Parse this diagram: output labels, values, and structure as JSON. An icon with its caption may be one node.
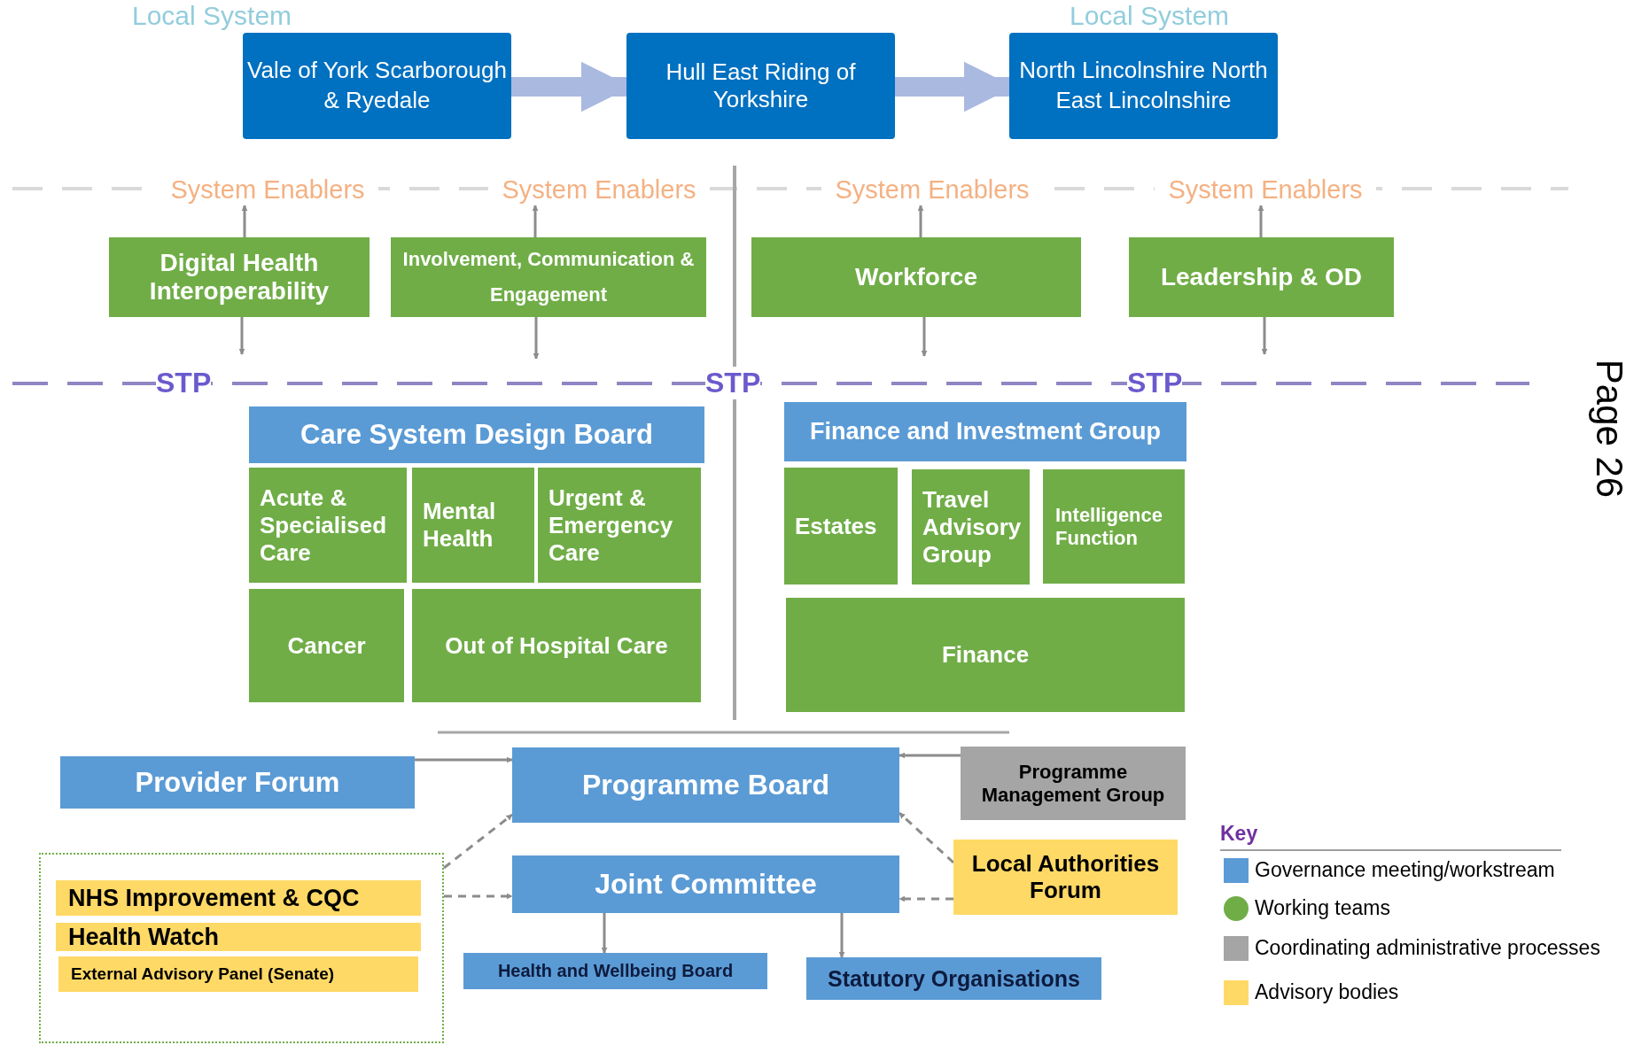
{
  "diagram": {
    "nodes": [
      {
        "text": [
          "Local System",
          "Vale of York Scarborough & Ryedale"
        ]
      },
      {
        "text": [
          "Hull East Riding of Yorkshire"
        ]
      },
      {
        "text": [
          "Local System",
          "North Lincolnshire North East Lincolnshire"
        ]
      },
      {
        "text": [
          "System Enablers"
        ]
      },
      {
        "text": [
          "System Enablers"
        ]
      },
      {
        "text": [
          "System Enablers"
        ]
      },
      {
        "text": [
          "System Enablers"
        ]
      },
      {
        "text": [
          "Digital Health Interoperability"
        ]
      },
      {
        "text": [
          "Involvement, Communication & Engagement"
        ]
      },
      {
        "text": [
          "Workforce"
        ]
      },
      {
        "text": [
          "Leadership & OD"
        ]
      },
      {
        "text": [
          "Care System Design Board"
        ]
      },
      {
        "text": [
          "Acute & Specialised Care"
        ]
      },
      {
        "text": [
          "Mental Health"
        ]
      },
      {
        "text": [
          "Urgent & Emergency Care"
        ]
      },
      {
        "text": [
          "Cancer"
        ]
      },
      {
        "text": [
          "Out of Hospital Care"
        ]
      },
      {
        "text": [
          "Finance and Investment Group"
        ]
      },
      {
        "text": [
          "Estates"
        ]
      },
      {
        "text": [
          "Travel Advisory Group"
        ]
      },
      {
        "text": [
          "Intelligence Function"
        ]
      },
      {
        "text": [
          "Finance"
        ]
      },
      {
        "text": [
          "Provider Forum"
        ]
      },
      {
        "text": [
          "Programme Board"
        ]
      },
      {
        "text": [
          "Programme Management Group"
        ]
      },
      {
        "text": [
          "Local Authorities Forum"
        ]
      },
      {
        "text": [
          "Joint Committee"
        ]
      },
      {
        "text": [],
        "shape": "box"
      },
      {
        "text": [
          "NHS Improvement & CQC"
        ],
        "in": 27
      },
      {
        "text": [
          "Health Watch"
        ],
        "in": 27
      },
      {
        "text": [
          "External Advisory Panel (Senate)"
        ],
        "in": 27
      },
      {
        "text": [
          "Health and Wellbeing Board"
        ]
      },
      {
        "text": [
          "Statutory Organisations"
        ]
      }
    ],
    "edges": [
      {
        "from": 0,
        "to": 1,
        "arrow": "to",
        "style": "thick",
        "color": "#a9b9e0"
      },
      {
        "from": 1,
        "to": 2,
        "arrow": "to",
        "style": "thick",
        "color": "#a9b9e0"
      },
      {
        "from": 7,
        "to": 3,
        "arrow": "to"
      },
      {
        "from": 8,
        "to": 4,
        "arrow": "to"
      },
      {
        "from": 9,
        "to": 5,
        "arrow": "to"
      },
      {
        "from": 10,
        "to": 6,
        "arrow": "to"
      },
      {
        "from": 7,
        "to": null,
        "arrow": "to"
      },
      {
        "from": 8,
        "to": null,
        "arrow": "to"
      },
      {
        "from": 9,
        "to": null,
        "arrow": "to"
      },
      {
        "from": 10,
        "to": null,
        "arrow": "to"
      },
      {
        "from": 22,
        "to": 23,
        "arrow": "to"
      },
      {
        "from": 24,
        "to": 23,
        "arrow": "to"
      },
      {
        "from": 27,
        "to": 23,
        "arrow": "to",
        "style": "dashed"
      },
      {
        "from": 27,
        "to": 26,
        "arrow": "to",
        "style": "dashed"
      },
      {
        "from": 25,
        "to": 23,
        "arrow": "to",
        "style": "dashed"
      },
      {
        "from": 25,
        "to": 26,
        "arrow": "to",
        "style": "dashed"
      },
      {
        "from": 26,
        "to": 31,
        "arrow": "to"
      },
      {
        "from": 26,
        "to": 32,
        "arrow": "to"
      }
    ],
    "labels": [
      "STP",
      "STP",
      "STP",
      "Page 26",
      "Key"
    ],
    "legend": [
      {
        "text": "Governance meeting/workstream",
        "color": "#5b9bd5"
      },
      {
        "text": "Working teams",
        "color": "#70ad47"
      },
      {
        "text": "Coordinating administrative processes",
        "color": "#a5a5a5"
      },
      {
        "text": "Advisory bodies",
        "color": "#ffd966"
      }
    ]
  }
}
